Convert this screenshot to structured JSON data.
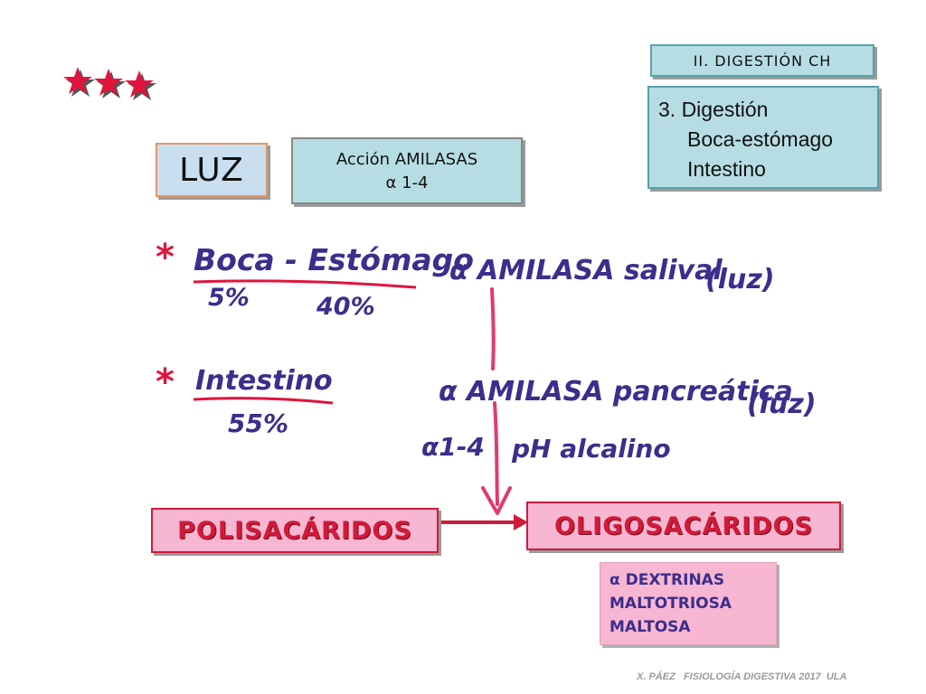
{
  "header": {
    "section": "II. DIGESTIÓN CH",
    "topic_line1": "3. Digestión",
    "topic_line2": "Boca-estómago",
    "topic_line3": "Intestino"
  },
  "luz_label": "LUZ",
  "accion": {
    "line1": "Acción AMILASAS",
    "line2": "α 1-4"
  },
  "handwriting": {
    "asterisk": "*",
    "boca_estomago": "Boca - Estómago",
    "pct_boca": "5%",
    "pct_estomago": "40%",
    "amilasa_salival": "α AMILASA salival",
    "luz1": "(luz)",
    "intestino": "Intestino",
    "pct_intestino": "55%",
    "amilasa_pancreatica": "α AMILASA pancreática",
    "luz2": "(luz)",
    "enlace": "α1-4",
    "ph": "pH alcalino"
  },
  "polisacaridos": "POLISACÁRIDOS",
  "oligosacaridos": "OLIGOSACÁRIDOS",
  "products": [
    "α DEXTRINAS",
    "MALTOTRIOSA",
    "MALTOSA"
  ],
  "footer": "X. PÁEZ   FISIOLOGÍA DIGESTIVA 2017  ULA",
  "colors": {
    "teal_box": "#b7dde4",
    "pink_box": "#f7b6d1",
    "red": "#d11a3a",
    "hand_ink": "#3b2e8c"
  }
}
